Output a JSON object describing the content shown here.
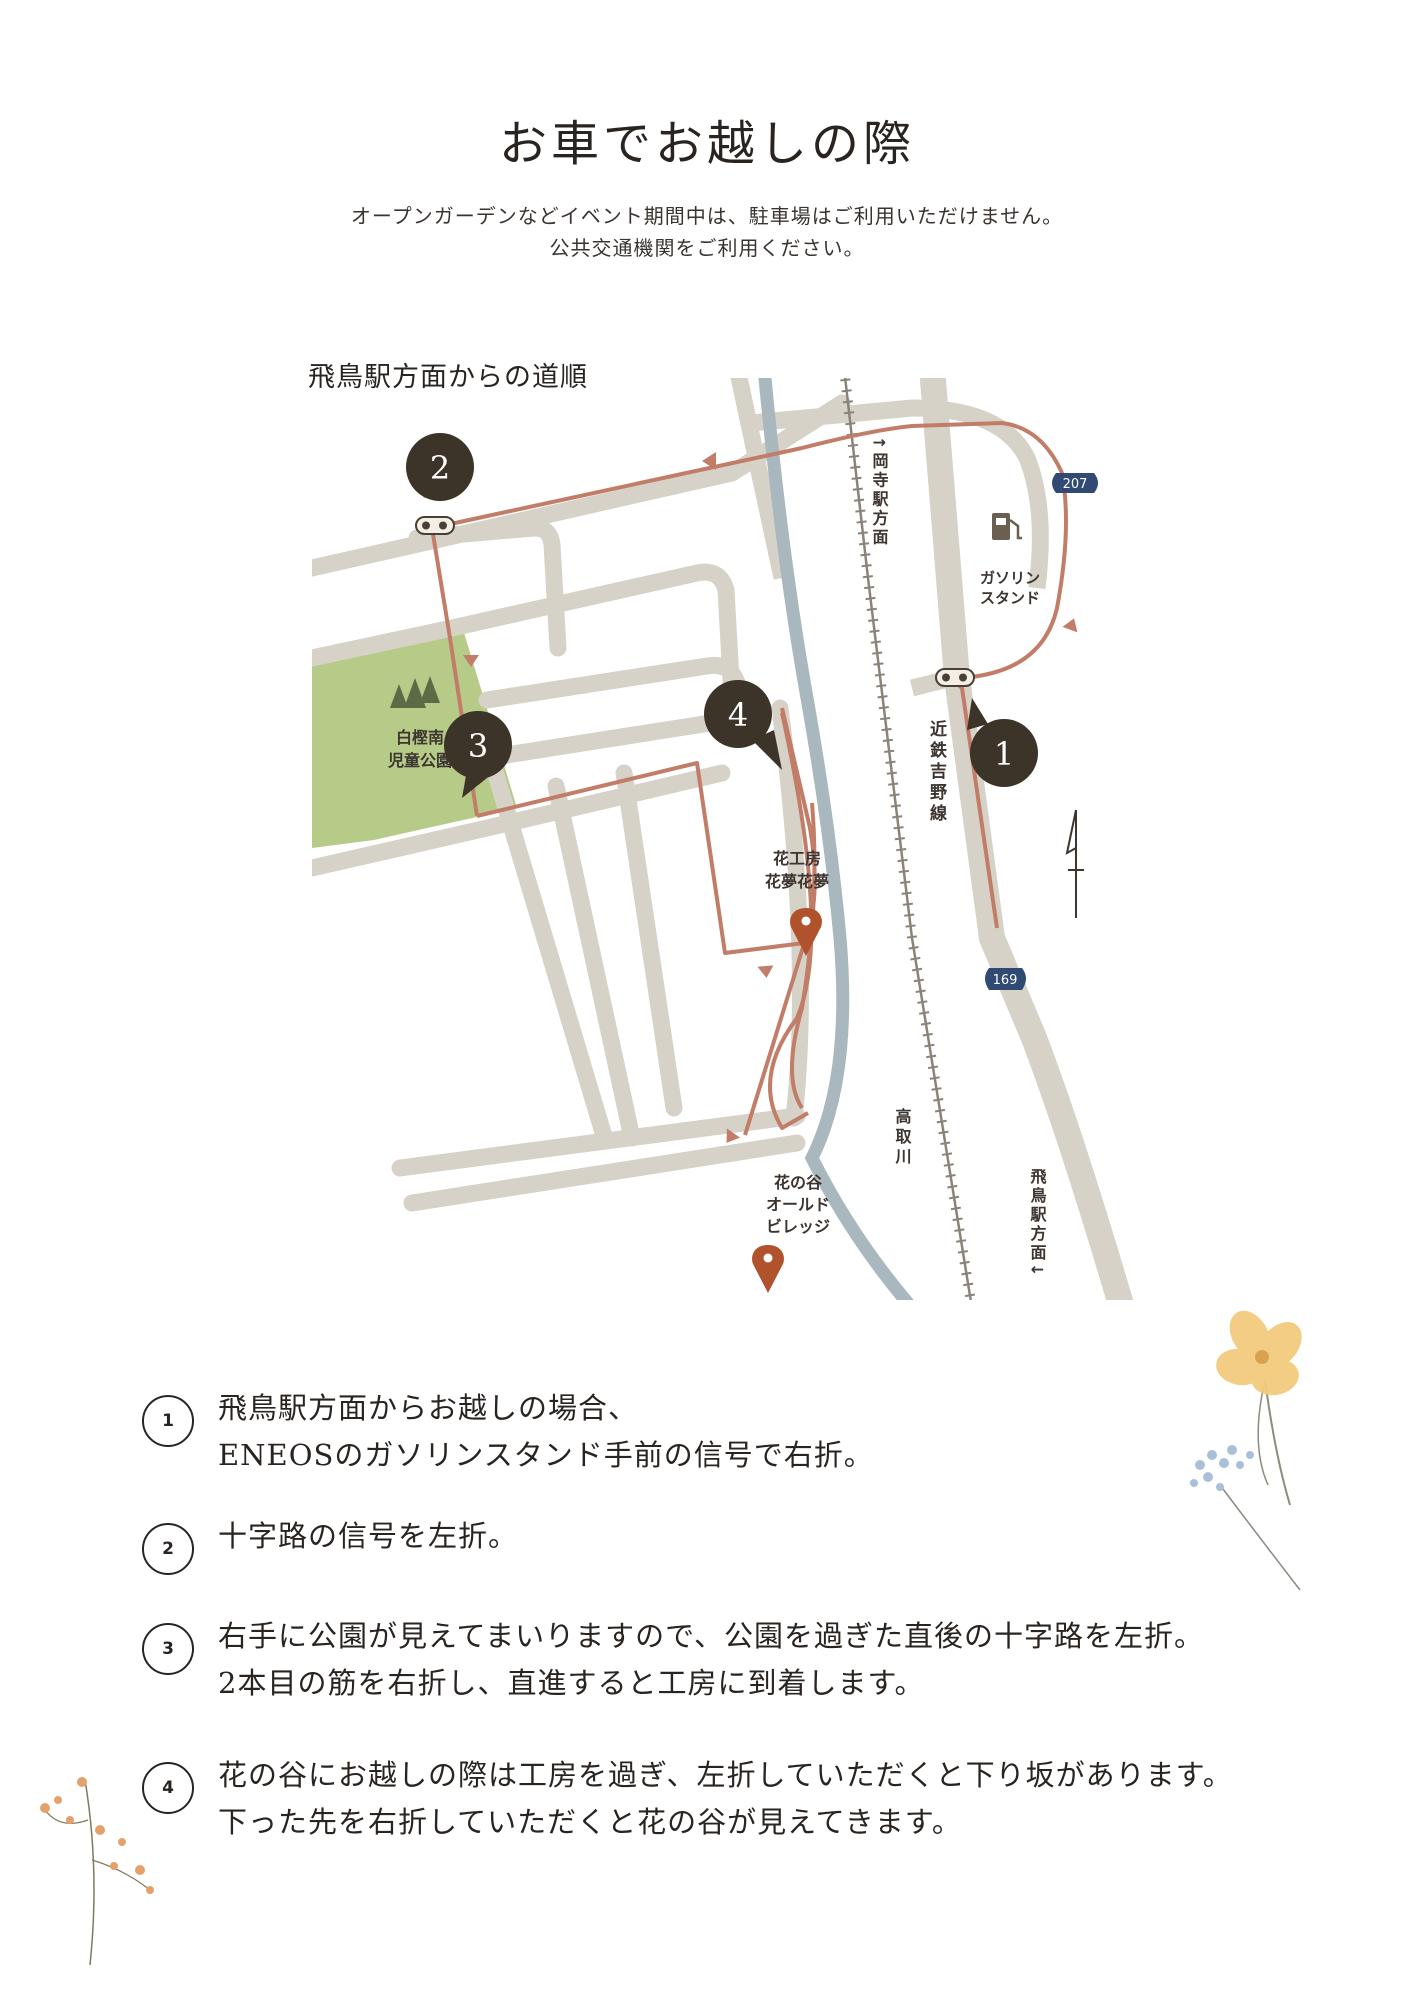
{
  "title": "お車でお越しの際",
  "notice": {
    "line1": "オープンガーデンなどイベント期間中は、駐車場はご利用いただけません。",
    "line2": "公共交通機関をご利用ください。"
  },
  "map": {
    "heading": "飛鳥駅方面からの道順",
    "markers": [
      "1",
      "2",
      "3",
      "4"
    ],
    "labels": {
      "okadera": "↑岡寺駅方面",
      "asuka": "飛鳥駅方面↓",
      "line": "近鉄吉野線",
      "river": "高取川",
      "gas1": "ガソリン",
      "gas2": "スタンド",
      "park1": "白樫南",
      "park2": "児童公園",
      "shop1": "花工房",
      "shop2": "花夢花夢",
      "village1": "花の谷",
      "village2": "オールド",
      "village3": "ビレッジ",
      "route207": "207",
      "route169": "169"
    },
    "icons": [
      "gas-pump-icon",
      "tree-icon",
      "map-pin-icon",
      "north-arrow-icon",
      "traffic-signal-icon"
    ],
    "colors": {
      "road": "#d6d2c8",
      "route": "#c27d68",
      "river": "#a9b7bf",
      "park": "#b7cb88",
      "marker": "#3c3329",
      "pin": "#b0522b",
      "shield": "#304a74"
    }
  },
  "steps": [
    {
      "number": "1",
      "line1": "飛鳥駅方面からお越しの場合、",
      "line2": "ENEOSのガソリンスタンド手前の信号で右折。"
    },
    {
      "number": "2",
      "line1": "十字路の信号を左折。",
      "line2": ""
    },
    {
      "number": "3",
      "line1": "右手に公園が見えてまいりますので、公園を過ぎた直後の十字路を左折。",
      "line2": "2本目の筋を右折し、直進すると工房に到着します。"
    },
    {
      "number": "4",
      "line1": "花の谷にお越しの際は工房を過ぎ、左折していただくと下り坂があります。",
      "line2": "下った先を右折していただくと花の谷が見えてきます。"
    }
  ]
}
